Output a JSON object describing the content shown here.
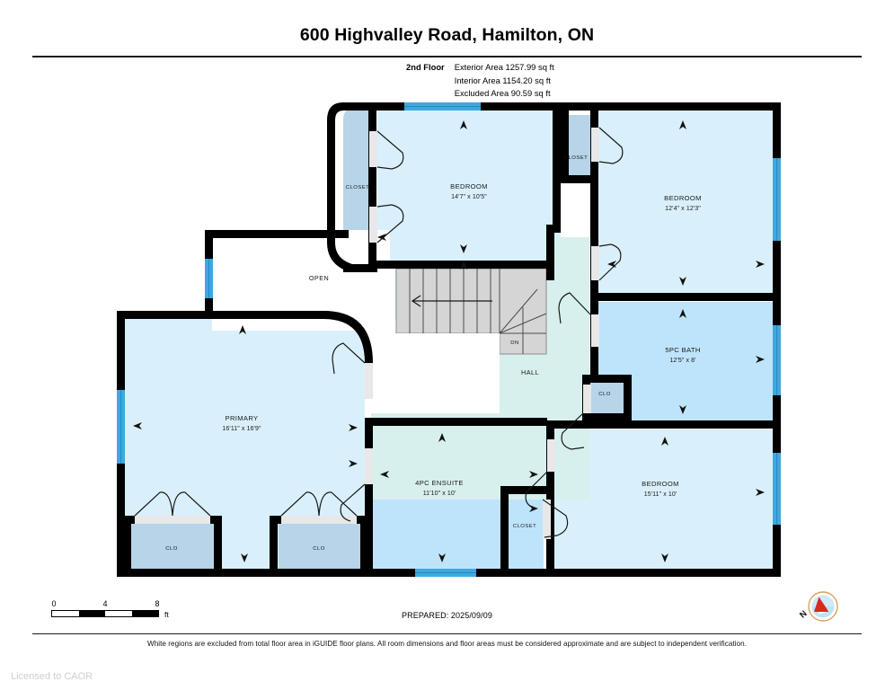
{
  "header": {
    "title": "600 Highvalley Road, Hamilton, ON",
    "floor_label": "2nd Floor",
    "exterior_area": "Exterior Area 1257.99 sq ft",
    "interior_area": "Interior Area 1154.20 sq ft",
    "excluded_area": "Excluded Area 90.59 sq ft"
  },
  "rooms": [
    {
      "id": "bedroom-front",
      "name": "BEDROOM",
      "dimensions": "14'7\" x 10'5\""
    },
    {
      "id": "bedroom-right-top",
      "name": "BEDROOM",
      "dimensions": "12'4\" x 12'3\""
    },
    {
      "id": "bath-5pc",
      "name": "5PC BATH",
      "dimensions": "12'5\" x 8'"
    },
    {
      "id": "bedroom-right-bottom",
      "name": "BEDROOM",
      "dimensions": "15'11\" x 10'"
    },
    {
      "id": "primary",
      "name": "PRIMARY",
      "dimensions": "16'11\" x 16'9\""
    },
    {
      "id": "ensuite-4pc",
      "name": "4PC ENSUITE",
      "dimensions": "11'10\" x 10'"
    }
  ],
  "spaces": {
    "open": "OPEN",
    "hall": "HALL",
    "stairs_down": "DN"
  },
  "closets": {
    "bedroom_front": "CLOSET",
    "top_center": "CLOSET",
    "hall_clo": "CLO",
    "primary_left": "CLO",
    "primary_right": "CLO",
    "ensuite_side": "CLOSET"
  },
  "scale": {
    "tick_0": "0",
    "tick_4": "4",
    "tick_8": "8",
    "unit": "ft"
  },
  "footer": {
    "prepared": "PREPARED: 2025/09/09",
    "disclaimer": "White regions are excluded from total floor area in iGUIDE floor plans. All room dimensions and floor areas must be considered approximate and are subject to independent verification.",
    "licensed": "Licensed to CAOR",
    "compass_label": "N"
  },
  "colors": {
    "room_fill": "#d9f0fc",
    "room_fill_strong": "#bee4fb",
    "closet_fill": "#b7d4e8",
    "hall_fill": "#d7f0ed",
    "wall": "#000000",
    "window": "#3fa9dd",
    "stairs_fill": "#d5d5d5",
    "door_gap": "#e3e3e3",
    "compass_needle": "#d52b1e",
    "compass_disc": "#bfe3f5"
  }
}
